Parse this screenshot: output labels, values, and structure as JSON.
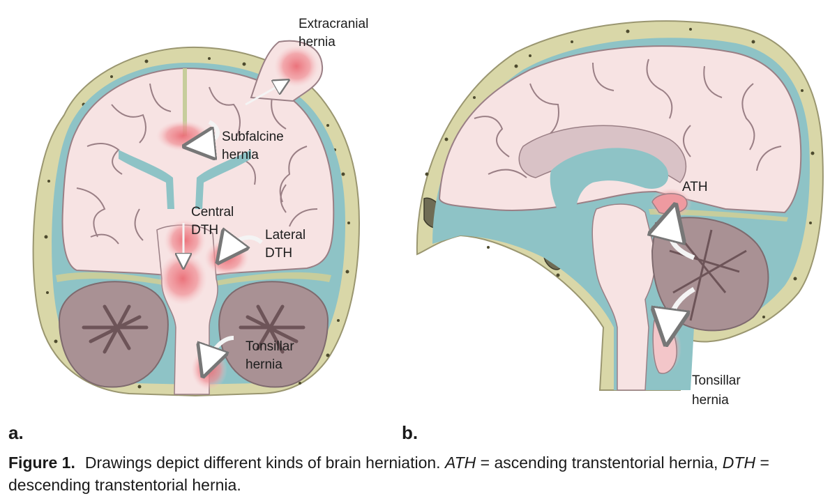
{
  "figure": {
    "panel_a": {
      "letter": "a.",
      "labels": {
        "extracranial_1": "Extracranial",
        "extracranial_2": "hernia",
        "subfalcine_1": "Subfalcine",
        "subfalcine_2": "hernia",
        "central_1": "Central",
        "central_2": "DTH",
        "lateral_1": "Lateral",
        "lateral_2": "DTH",
        "tonsillar_1": "Tonsillar",
        "tonsillar_2": "hernia"
      }
    },
    "panel_b": {
      "letter": "b.",
      "labels": {
        "ath": "ATH",
        "tonsillar_1": "Tonsillar",
        "tonsillar_2": "hernia"
      }
    },
    "colors": {
      "skull": "#d9d7a8",
      "csf": "#8ec3c6",
      "brain": "#f7e3e3",
      "gyri_outline": "#9a7f85",
      "cerebellum": "#a99194",
      "herniation": "#ee7f86",
      "arrow": "#f4f4f4"
    }
  },
  "caption": {
    "label": "Figure 1.",
    "text_1": "Drawings depict different kinds of brain herniation. ",
    "abbr_1": "ATH",
    "text_2": " = ascending transtentorial hernia, ",
    "abbr_2": "DTH",
    "text_3": " = descending transtentorial hernia."
  }
}
